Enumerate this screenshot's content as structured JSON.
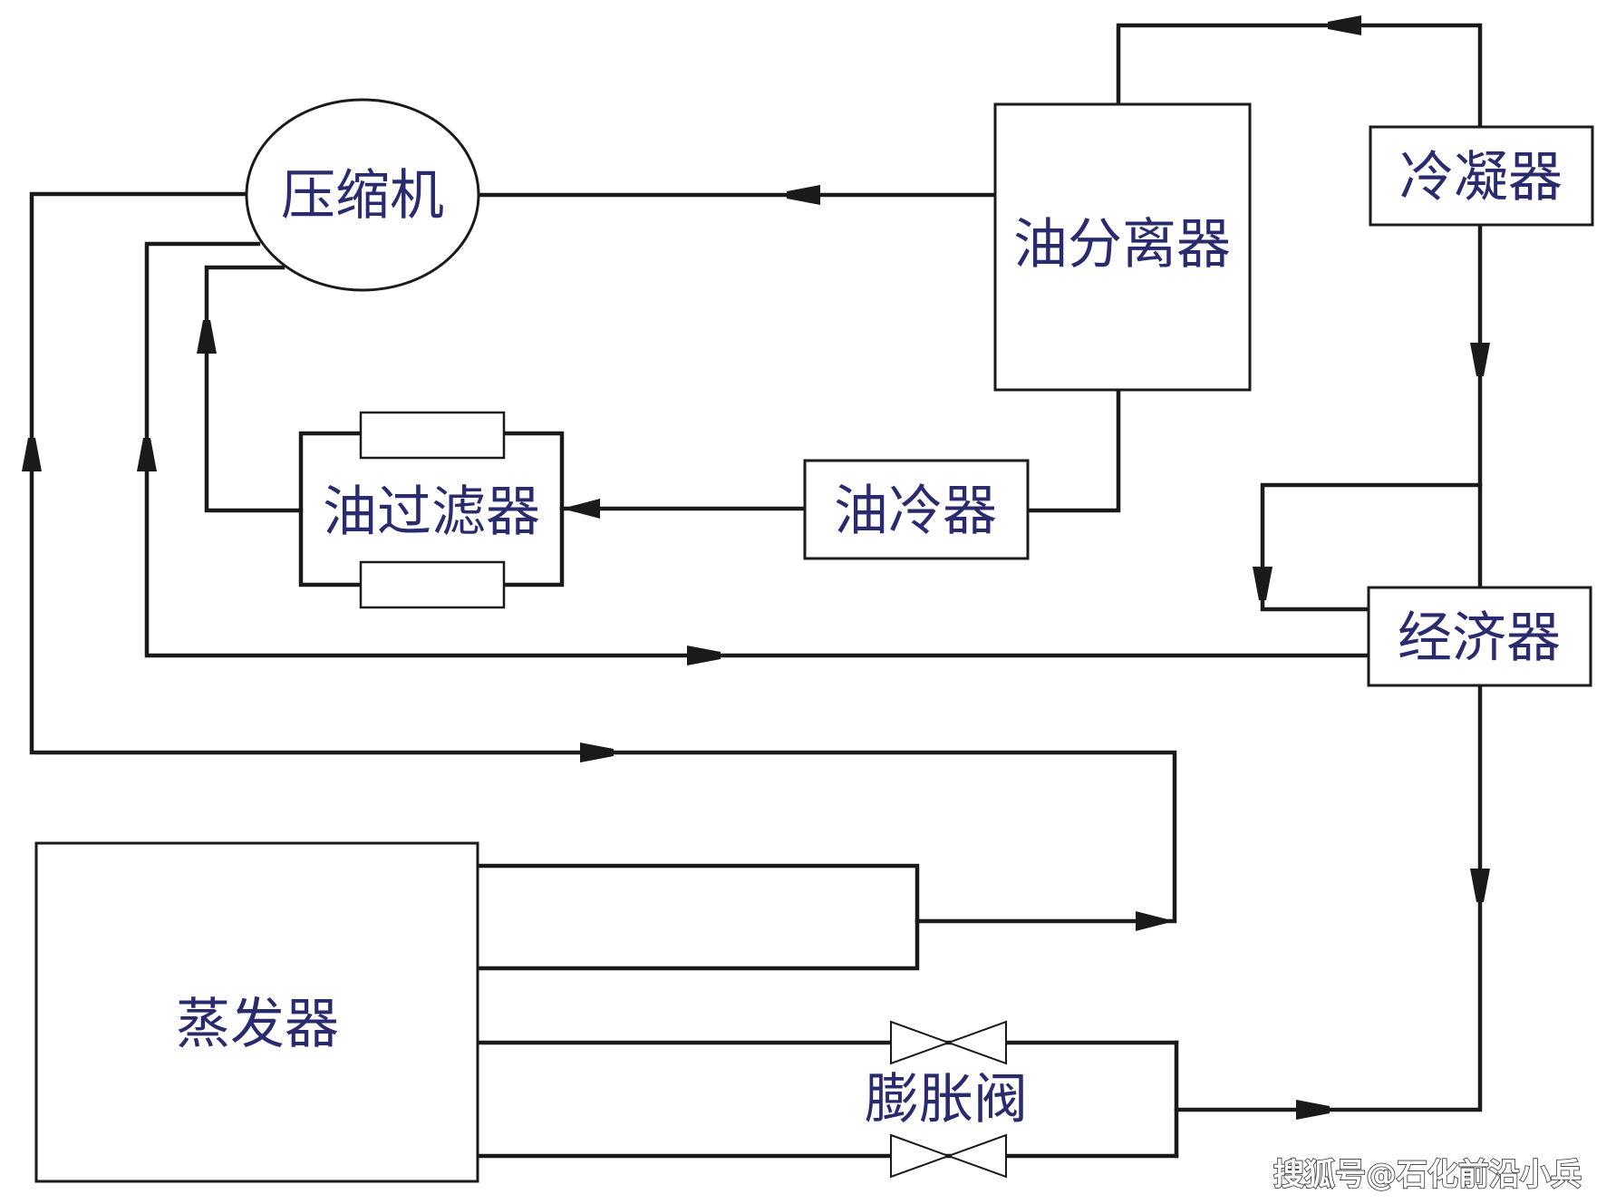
{
  "components": {
    "compressor": "压缩机",
    "oil_separator": "油分离器",
    "condenser": "冷凝器",
    "oil_filter": "油过滤器",
    "oil_cooler": "油冷器",
    "economizer": "经济器",
    "evaporator": "蒸发器",
    "expansion_valve": "膨胀阀"
  },
  "watermark": "搜狐号@石化前沿小兵",
  "colors": {
    "line": "#1a1a1a",
    "label": "#2a2a6e"
  }
}
